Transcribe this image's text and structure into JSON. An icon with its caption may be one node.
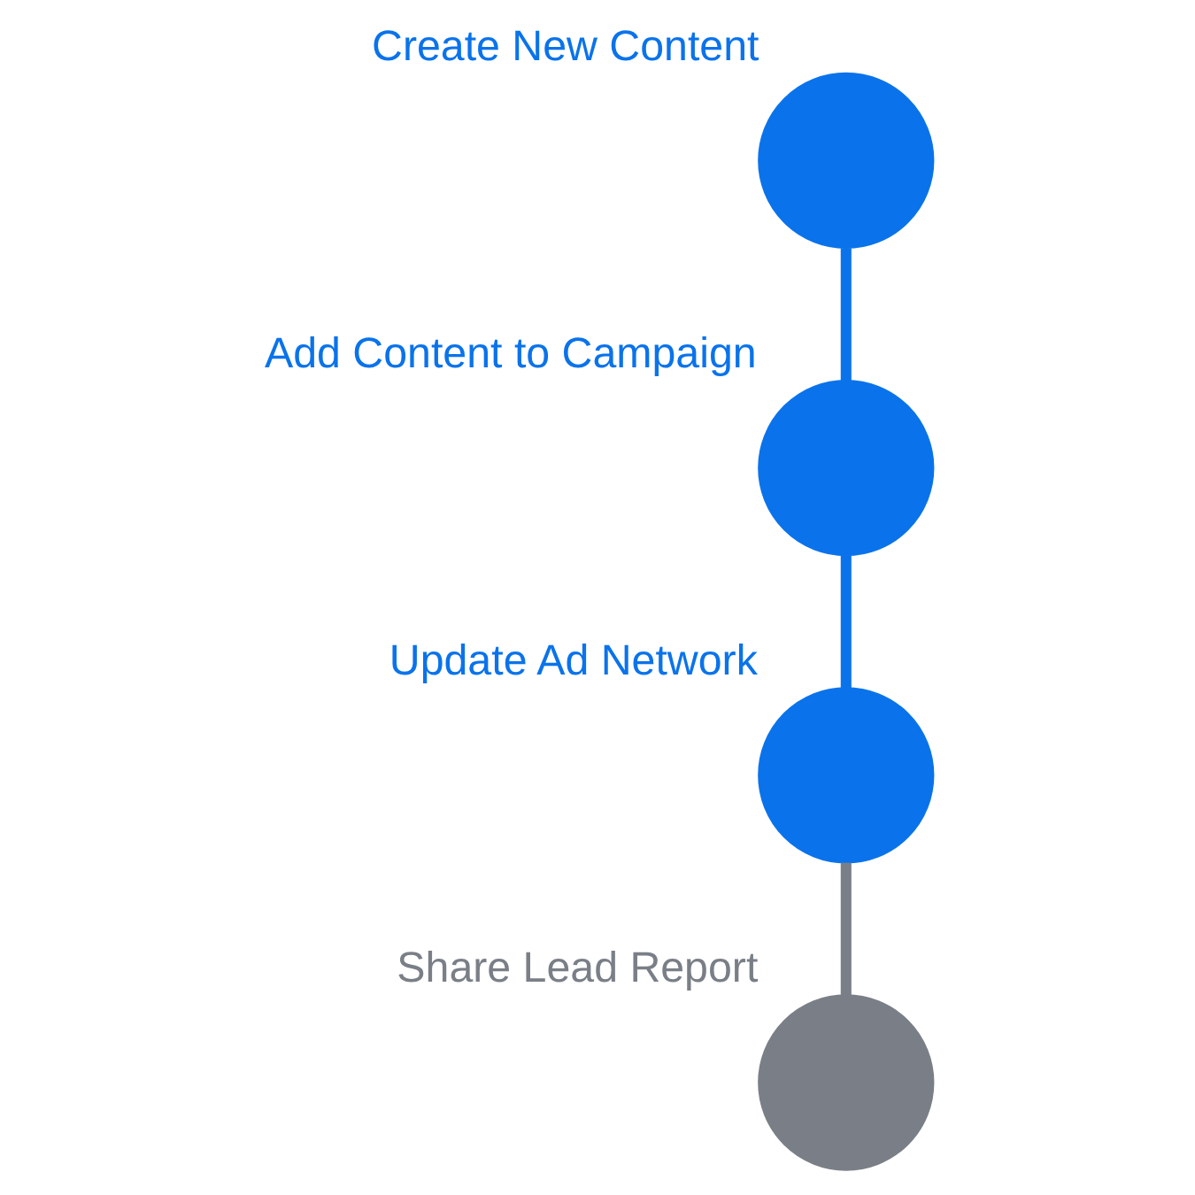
{
  "diagram": {
    "nodes": [
      {
        "text": [
          "Create New Content"
        ]
      },
      {
        "text": [
          "Add Content to Campaign"
        ]
      },
      {
        "text": [
          "Update Ad Network"
        ]
      },
      {
        "text": [
          "Share Lead Report"
        ]
      }
    ],
    "edges": [
      {
        "from": 0,
        "to": 1,
        "arrow": "none"
      },
      {
        "from": 1,
        "to": 2,
        "arrow": "none"
      },
      {
        "from": 2,
        "to": 3,
        "arrow": "none",
        "color": "#7a7f87"
      }
    ]
  }
}
